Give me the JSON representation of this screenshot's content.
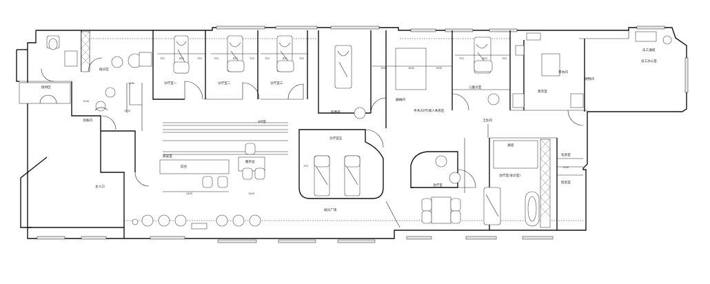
{
  "rooms": {
    "waiting_area": "候诊区",
    "reception": "接待区",
    "consult_1": "诊疗室一",
    "consult_2": "诊疗室二",
    "consult_3": "诊疗室三",
    "consult_6": "儿童诊室",
    "staff_entrance": "员工通道",
    "fitting_room": "更衣室",
    "pantry": "茶水间",
    "cleaning_room": "消毒间",
    "main_entrance": "主入口",
    "work_desk": "前台",
    "xray_room": "影像室",
    "consult_5": "诊疗室五",
    "corridor": "候诊广场",
    "vip_room": "VIP室",
    "storage": "储物间",
    "staff_office": "员工办公室",
    "treatment_room": "治疗室",
    "patient_treatment": "治疗室(会诊室)",
    "records_room": "病案室",
    "lab_room": "化验室",
    "lower_lab": "检验室",
    "toilet_area": "卫生间",
    "service_desk": "服务台",
    "tools_room": "器械间",
    "surgery_area": "手术/诊疗/病人休息区",
    "corner_label": "通道"
  },
  "dimensions": {
    "d750": "750",
    "d850": "850",
    "d750b": "750",
    "d1600": "1600",
    "d1400": "1400",
    "d1200": "1200",
    "d2400": "2400",
    "d1480": "1480",
    "d1650": "1650",
    "d1500": "1500"
  }
}
